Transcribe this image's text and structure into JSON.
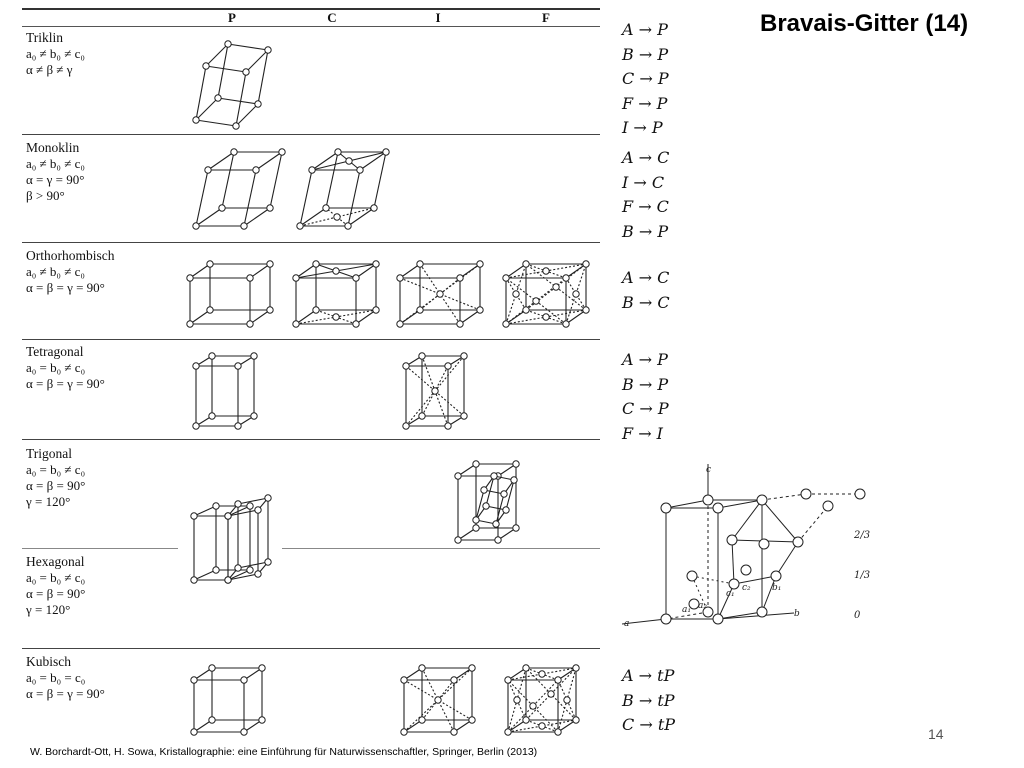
{
  "title": "Bravais-Gitter (14)",
  "page_number": "14",
  "citation": "W. Borchardt-Ott, H. Sowa, Kristallographie: eine Einführung für Naturwissenschaftler, Springer, Berlin (2013)",
  "columns": [
    "P",
    "C",
    "I",
    "F"
  ],
  "crystal_systems": [
    {
      "name": "Triklin",
      "conditions": [
        "a₀ ≠ b₀ ≠ c₀",
        "α ≠ β ≠ γ"
      ]
    },
    {
      "name": "Monoklin",
      "conditions": [
        "a₀ ≠ b₀ ≠ c₀",
        "α = γ = 90°",
        "β > 90°"
      ]
    },
    {
      "name": "Orthorhombisch",
      "conditions": [
        "a₀ ≠ b₀ ≠ c₀",
        "α = β = γ = 90°"
      ]
    },
    {
      "name": "Tetragonal",
      "conditions": [
        "a₀ = b₀ ≠ c₀",
        "α = β = γ = 90°"
      ]
    },
    {
      "name": "Trigonal",
      "conditions": [
        "a₀ = b₀ ≠ c₀",
        "α = β = 90°",
        "γ = 120°"
      ]
    },
    {
      "name": "Hexagonal",
      "conditions": [
        "a₀ = b₀ ≠ c₀",
        "α = β = 90°",
        "γ = 120°"
      ]
    },
    {
      "name": "Kubisch",
      "conditions": [
        "a₀ = b₀ = c₀",
        "α = β = γ = 90°"
      ]
    }
  ],
  "rule_groups": [
    [
      "A → P",
      "B → P",
      "C → P",
      "F → P",
      "I → P"
    ],
    [
      "A → C",
      "I → C",
      "F → C",
      "B → P"
    ],
    [
      "A → C",
      "B → C"
    ],
    [
      "A → P",
      "B → P",
      "C → P",
      "F → I"
    ],
    [
      "A → tP",
      "B → tP",
      "C → tP"
    ]
  ],
  "hex_diagram": {
    "axis_labels": [
      "c",
      "a",
      "b",
      "a₁",
      "a₂",
      "c₁",
      "c₂",
      "b₁"
    ],
    "height_labels": [
      "2/3",
      "1/3",
      "0"
    ]
  }
}
